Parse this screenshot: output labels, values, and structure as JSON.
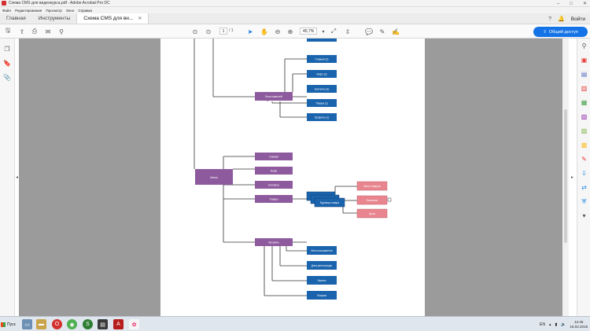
{
  "window": {
    "title": "Схема CMS для видеокурса.pdf - Adobe Acrobat Pro DC",
    "controls": [
      "–",
      "□",
      "✕"
    ]
  },
  "menu": [
    "Файл",
    "Редактирование",
    "Просмотр",
    "Окно",
    "Справка"
  ],
  "tabs": {
    "home": "Главная",
    "tools": "Инструменты",
    "document": "Схема CMS для ви...",
    "close": "✕",
    "signin": "Войти"
  },
  "toolbar": {
    "page_current": "1",
    "page_total": "/ 1",
    "zoom": "40,7%",
    "share": "Общий доступ"
  },
  "diagram": {
    "root": "Меню",
    "blog": "Блок новостей",
    "blog_children": [
      "Главная (2)",
      "Инфо (2)",
      "Контакты (2)",
      "Товары (1)",
      "Профиль (1)"
    ],
    "main_items": [
      "Главная",
      "Инфо",
      "Контакты",
      "Товары",
      "Профиль"
    ],
    "goods_stack_label": "Единица товара",
    "goods_actions": [
      "Всего товаров",
      "Описание",
      "Цены"
    ],
    "profile_children": [
      "Мои пользователи",
      "Дата регистрации",
      "Баланс",
      "Покупки"
    ]
  },
  "taskbar": {
    "start": "Пуск",
    "lang": "EN",
    "time": "12:45",
    "date": "16.04.2019"
  },
  "colors": {
    "purple_box": "#8e5a9e",
    "blue_box": "#1a64ad",
    "salmon_box": "#e8858f",
    "accent": "#1473e6"
  }
}
